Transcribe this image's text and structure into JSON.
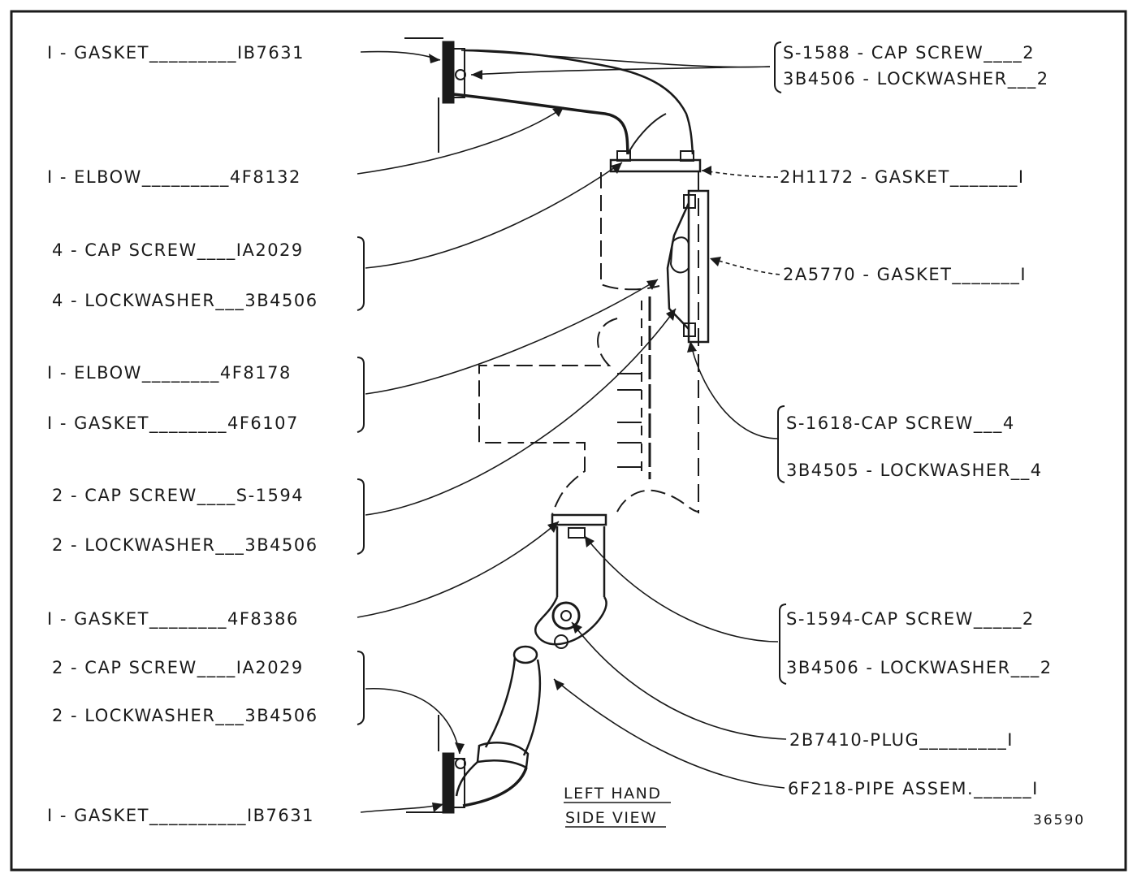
{
  "parts_left": [
    "I - GASKET_________IB7631",
    "I - ELBOW_________4F8132",
    "4 - CAP  SCREW____IA2029",
    "4 - LOCKWASHER___3B4506",
    "I - ELBOW________4F8178",
    "I - GASKET________4F6107",
    "2 - CAP  SCREW____S-1594",
    "2 - LOCKWASHER___3B4506",
    "I - GASKET________4F8386",
    "2 - CAP  SCREW____IA2029",
    "2 - LOCKWASHER___3B4506",
    "I - GASKET__________IB7631"
  ],
  "parts_right": [
    "S-1588 - CAP  SCREW____2",
    "3B4506 - LOCKWASHER___2",
    "2H1172 - GASKET_______I",
    "2A5770 - GASKET_______I",
    "S-1618-CAP  SCREW___4",
    "3B4505 - LOCKWASHER__4",
    "S-1594-CAP  SCREW_____2",
    "3B4506 - LOCKWASHER___2",
    "2B7410-PLUG_________I",
    "6F218-PIPE  ASSEM.______I"
  ],
  "caption": {
    "line1": "LEFT  HAND",
    "line2": "SIDE  VIEW"
  },
  "figure_number": "36590"
}
